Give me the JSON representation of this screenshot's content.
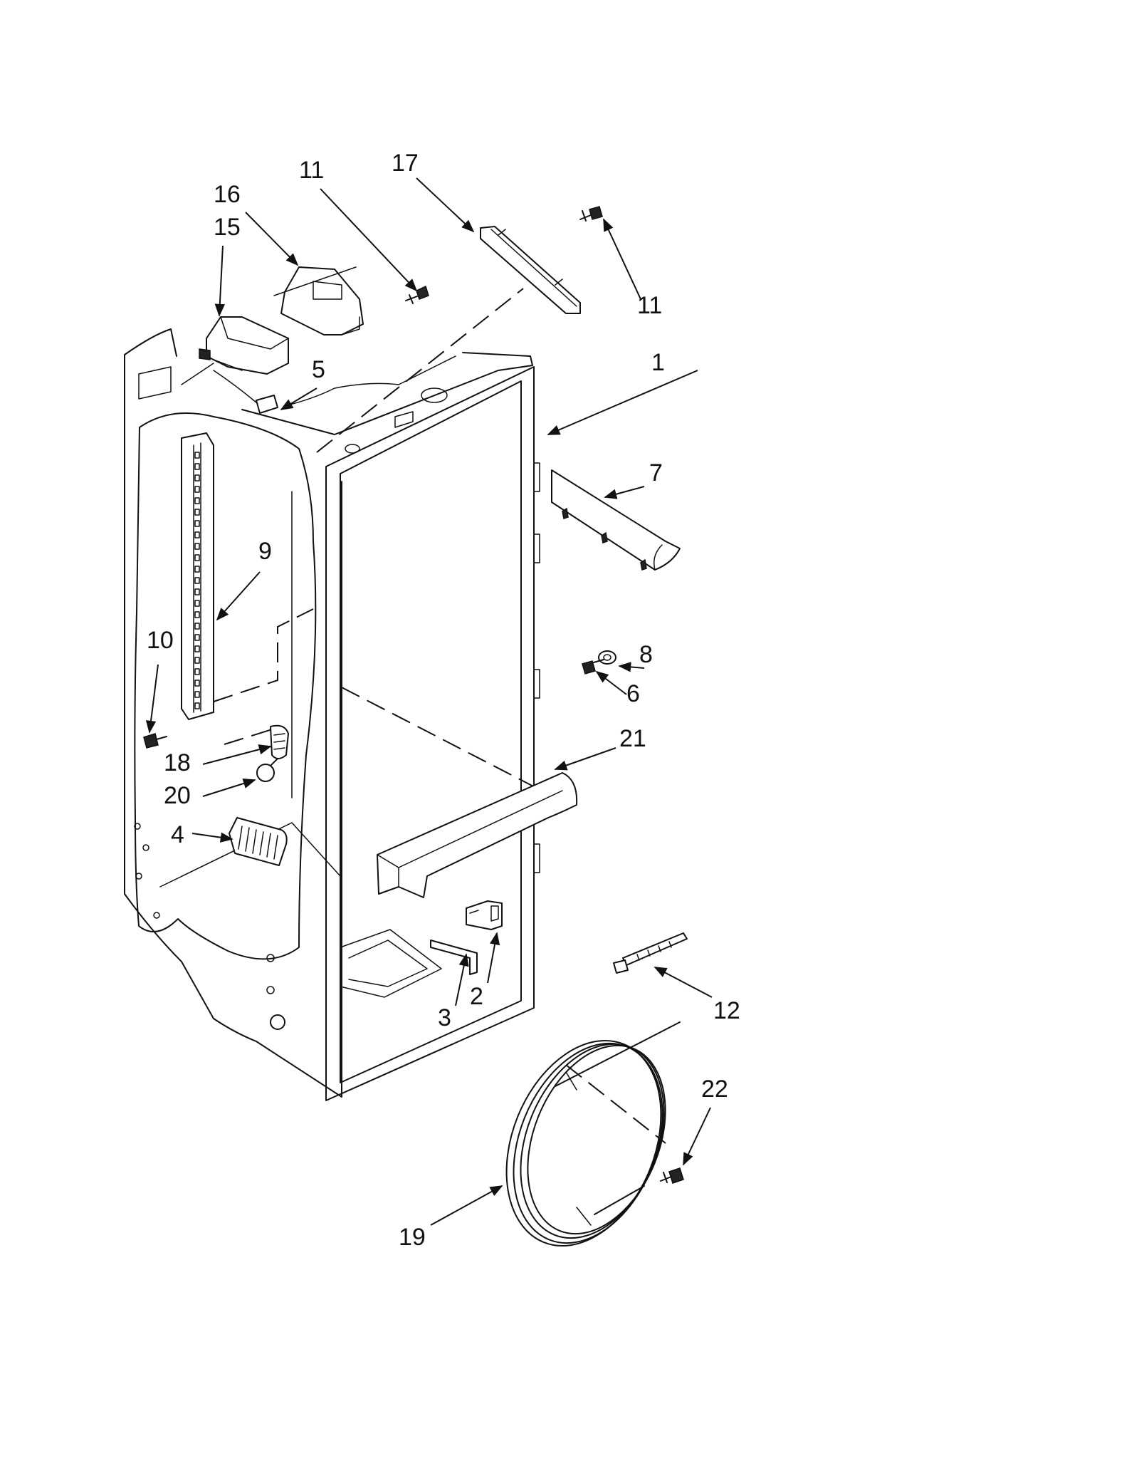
{
  "callouts": {
    "c1": "1",
    "c2": "2",
    "c3": "3",
    "c4": "4",
    "c5": "5",
    "c6": "6",
    "c7": "7",
    "c8": "8",
    "c9": "9",
    "c10": "10",
    "c11a": "11",
    "c11b": "11",
    "c12": "12",
    "c15": "15",
    "c16": "16",
    "c17": "17",
    "c18": "18",
    "c19": "19",
    "c20": "20",
    "c21": "21",
    "c22": "22"
  }
}
